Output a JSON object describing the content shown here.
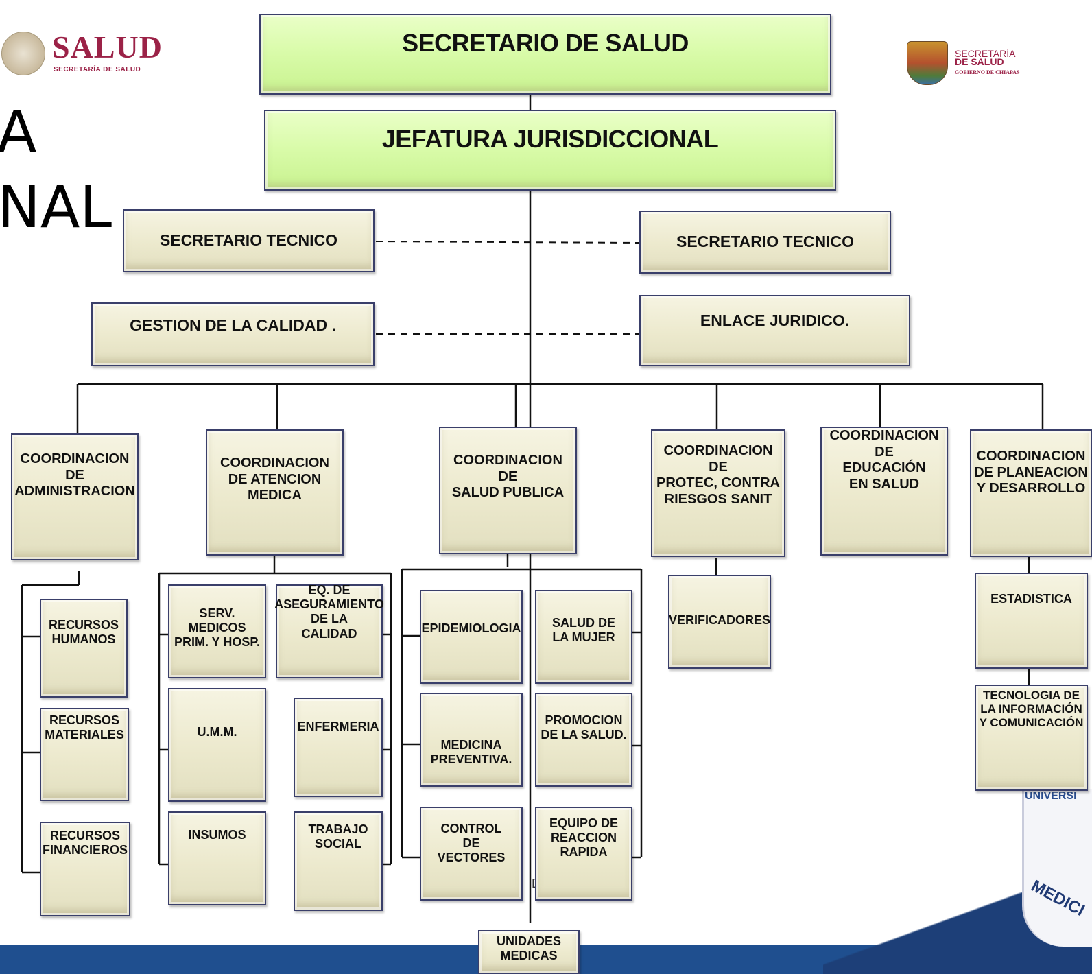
{
  "header": {
    "left_logo_text": "SALUD",
    "left_logo_sub": "SECRETARÍA DE SALUD",
    "right_logo_line1": "SECRETARÍA",
    "right_logo_line2": "DE SALUD",
    "right_logo_line3": "GOBIERNO DE CHIAPAS",
    "side_title_1": "A",
    "side_title_2": "NAL"
  },
  "boxes": {
    "secretario_salud": "SECRETARIO DE SALUD",
    "jefatura": "JEFATURA JURISDICCIONAL",
    "secretario_tecnico_left": "SECRETARIO TECNICO",
    "secretario_tecnico_right": "SECRETARIO TECNICO",
    "gestion_calidad": "GESTION DE LA CALIDAD .",
    "enlace_juridico": "ENLACE JURIDICO.",
    "coord_admin": "COORDINACION\nDE\nADMINISTRACION",
    "coord_atencion": "COORDINACION\nDE ATENCION\nMEDICA",
    "coord_salud_publica": "COORDINACION\nDE\nSALUD PUBLICA",
    "coord_protec": "COORDINACION\nDE\nPROTEC, CONTRA\nRIESGOS SANIT",
    "coord_educacion": "COORDINACION\nDE\nEDUCACIÓN\nEN SALUD",
    "coord_planeacion": "COORDINACION\nDE PLANEACION\nY DESARROLLO",
    "recursos_humanos": "RECURSOS\nHUMANOS",
    "recursos_materiales": "RECURSOS\nMATERIALES",
    "recursos_financieros": "RECURSOS\nFINANCIEROS",
    "serv_medicos": "SERV.\nMEDICOS\nPRIM. Y HOSP.",
    "eq_aseguramiento": "EQ. DE\nASEGURAMIENTO\nDE LA\nCALIDAD",
    "umm": "U.M.M.",
    "enfermeria": "ENFERMERIA",
    "insumos": "INSUMOS",
    "trabajo_social": "TRABAJO\nSOCIAL",
    "epidemiologia": "EPIDEMIOLOGIA",
    "salud_mujer": "SALUD DE\nLA MUJER",
    "medicina_preventiva": "MEDICINA\nPREVENTIVA.",
    "promocion_salud": "PROMOCION\nDE LA SALUD.",
    "control_vectores": "CONTROL\nDE\nVECTORES",
    "equipo_reaccion": "EQUIPO DE\nREACCION\nRAPIDA",
    "verificadores": "VERIFICADORES",
    "estadistica": "ESTADISTICA",
    "tecnologia": "TECNOLOGIA DE\nLA INFORMACIÓN\nY COMUNICACIÓN",
    "unidades_medicas": "UNIDADES\nMEDICAS"
  },
  "background": {
    "watermark_1": "UNIVERSI",
    "watermark_2": "MEDICI",
    "stray_text": "D"
  },
  "colors": {
    "top_box_fill": "#d8fba8",
    "box_fill": "#ece9cd",
    "box_border": "#3a3f6a",
    "salud_red": "#9b2247",
    "footer_blue": "#1f4f8f"
  }
}
